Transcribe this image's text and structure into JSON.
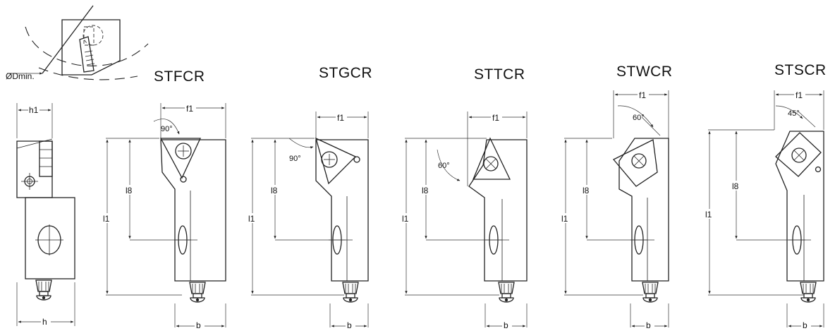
{
  "detail_view": {
    "label": "ØDmin."
  },
  "side_view": {
    "h1_label": "h1",
    "h_label": "h"
  },
  "holders": [
    {
      "code": "STFCR",
      "f1": "f1",
      "l1": "l1",
      "l8": "l8",
      "b": "b",
      "angle": "90°"
    },
    {
      "code": "STGCR",
      "f1": "f1",
      "l1": "l1",
      "l8": "l8",
      "b": "b",
      "angle": "90°"
    },
    {
      "code": "STTCR",
      "f1": "f1",
      "l1": "l1",
      "l8": "l8",
      "b": "b",
      "angle": "60°"
    },
    {
      "code": "STWCR",
      "f1": "f1",
      "l1": "l1",
      "l8": "l8",
      "b": "b",
      "angle": "60°"
    },
    {
      "code": "STSCR",
      "f1": "f1",
      "l1": "l1",
      "l8": "l8",
      "b": "b",
      "angle": "45°"
    }
  ]
}
